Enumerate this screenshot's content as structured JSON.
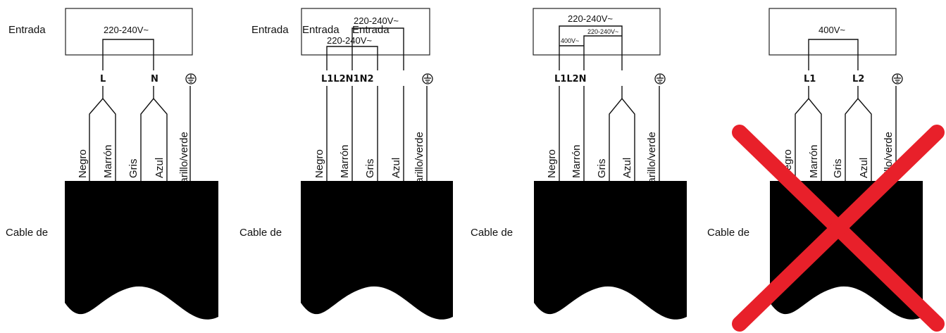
{
  "diagrams": [
    {
      "entrada_labels": [
        "Entrada"
      ],
      "voltages": [
        "220-240V~"
      ],
      "terminals": [
        "L",
        "N"
      ],
      "wires": [
        "Negro",
        "Marrón",
        "Gris",
        "Azul",
        "Amarillo/verde"
      ],
      "cable_label": "Cable de"
    },
    {
      "entrada_labels": [
        "Entrada",
        "Entrada",
        "Entrada"
      ],
      "voltages": [
        "220-240V~",
        "220-240V~"
      ],
      "terminals": [
        "L1L2N1N2"
      ],
      "wires": [
        "Negro",
        "Marrón",
        "Gris",
        "Azul",
        "Amarillo/verde"
      ],
      "cable_label": "Cable de"
    },
    {
      "entrada_labels": [],
      "voltages": [
        "220-240V~",
        "400V~",
        "220-240V~"
      ],
      "terminals": [
        "L1L2N"
      ],
      "wires": [
        "Negro",
        "Marrón",
        "Gris",
        "Azul",
        "Amarillo/verde"
      ],
      "cable_label": "Cable de"
    },
    {
      "entrada_labels": [],
      "voltages": [
        "400V~"
      ],
      "terminals": [
        "L1",
        "L2"
      ],
      "wires": [
        "Negro",
        "Marrón",
        "Gris",
        "Azul",
        "Amarillo/verde"
      ],
      "cable_label": "Cable de",
      "crossed_out": true
    }
  ],
  "colors": {
    "line": "#111111",
    "cable": "#000000",
    "cross": "#e8202a"
  },
  "icons": {
    "ground": "ground-symbol-icon"
  }
}
